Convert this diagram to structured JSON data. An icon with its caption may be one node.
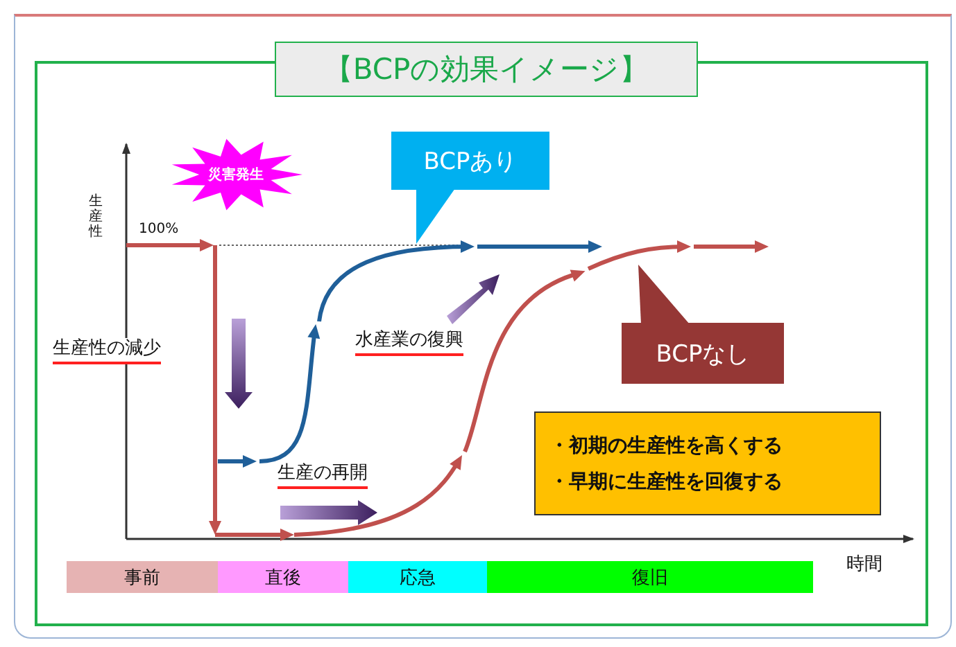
{
  "diagram": {
    "title": "【BCPの効果イメージ】",
    "nodes": [
      {
        "text": [
          "災害発生"
        ]
      },
      {
        "text": [
          "BCPあり"
        ]
      },
      {
        "text": [
          "BCPなし"
        ]
      },
      {
        "text": [
          "・初期の生産性を高くする",
          "・早期に生産性を回復する"
        ]
      },
      {
        "text": [
          "事前"
        ]
      },
      {
        "text": [
          "直後"
        ]
      },
      {
        "text": [
          "応急"
        ]
      },
      {
        "text": [
          "復旧"
        ]
      }
    ],
    "labels": [
      "生産性",
      "100%",
      "生産性の減少",
      "水産業の復興",
      "生産の再開",
      "時間"
    ]
  }
}
